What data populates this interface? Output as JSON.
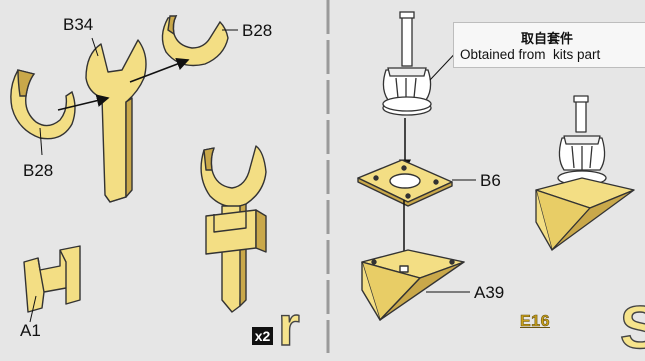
{
  "labels": {
    "b34": "B34",
    "b28_top": "B28",
    "b28_left": "B28",
    "a1": "A1",
    "b6": "B6",
    "a39": "A39"
  },
  "note": {
    "zh": "取自套件",
    "en": "Obtained from  kits part"
  },
  "multiplier": "x2",
  "step": "E16",
  "letters": {
    "left": "r",
    "right": "S"
  },
  "colors": {
    "part_fill": "#f3de84",
    "outline": "#333333",
    "background": "#e6e6e6",
    "divider": "#9a9a9a"
  }
}
